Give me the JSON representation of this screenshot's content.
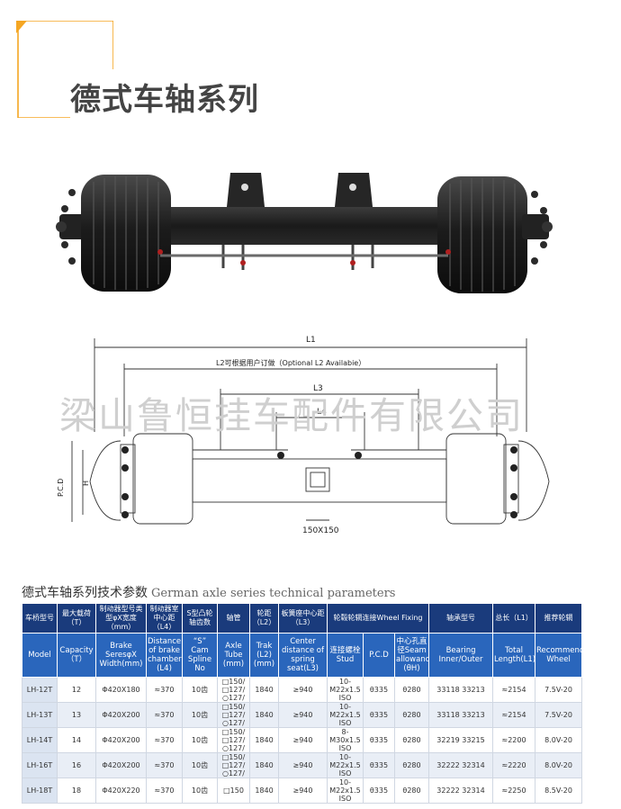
{
  "header": {
    "title": "德式车轴系列"
  },
  "watermark": "梁山鲁恒挂车配件有限公司",
  "drawing": {
    "label_l1": "L1",
    "label_l2": "L2可根据用户订做（Optional L2 Availabie）",
    "label_l3": "L3",
    "label_l4": "L4",
    "label_pcd": "P.C.D",
    "label_h": "H",
    "label_beam": "150X150"
  },
  "params": {
    "title_zh": "德式车轴系列技术参数",
    "title_en": "German axle series technical parameters"
  },
  "table": {
    "headers_zh": [
      "车桥型号",
      "最大载荷（T）",
      "制动器型号类型φX宽度（mm）",
      "制动器室中心距（L4）",
      "S型凸轮轴齿数",
      "轴管",
      "轮距（L2）",
      "板簧座中心距（L3）",
      "轮毂轮辋连接Wheel Fixing",
      "轴承型号",
      "总长（L1）",
      "推荐轮辋"
    ],
    "headers_en": [
      "Model",
      "Capacity（T）",
      "Brake SeresφX Width(mm)",
      "Distance of brake chamber (L4)",
      "“S” Cam Spline No",
      "Axle Tube (mm)",
      "Trak (L2) (mm)",
      "Center distance of spring seat(L3)",
      "连接螺栓 Stud",
      "P.C.D",
      "中心孔直径Seam allowance (θH)",
      "Bearing Inner/Outer",
      "Total Length(L1)",
      "Recommended Wheel"
    ],
    "rows": [
      {
        "model": "LH-12T",
        "capacity": "12",
        "brake": "Φ420X180",
        "l4": "≈370",
        "spline": "10齿",
        "tube": "□150/ □127/ ○127/",
        "track": "1840",
        "l3": "≥940",
        "stud": "10- M22x1.5 ISO",
        "pcd": "θ335",
        "seam": "θ280",
        "bearing": "33118 33213",
        "l1": "≈2154",
        "wheel": "7.5V-20"
      },
      {
        "model": "LH-13T",
        "capacity": "13",
        "brake": "Φ420X200",
        "l4": "≈370",
        "spline": "10齿",
        "tube": "□150/ □127/ ○127/",
        "track": "1840",
        "l3": "≥940",
        "stud": "10- M22x1.5 ISO",
        "pcd": "θ335",
        "seam": "θ280",
        "bearing": "33118 33213",
        "l1": "≈2154",
        "wheel": "7.5V-20"
      },
      {
        "model": "LH-14T",
        "capacity": "14",
        "brake": "Φ420X200",
        "l4": "≈370",
        "spline": "10齿",
        "tube": "□150/ □127/ ○127/",
        "track": "1840",
        "l3": "≥940",
        "stud": "8- M30x1.5 ISO",
        "pcd": "θ335",
        "seam": "θ280",
        "bearing": "32219 33215",
        "l1": "≈2200",
        "wheel": "8.0V-20"
      },
      {
        "model": "LH-16T",
        "capacity": "16",
        "brake": "Φ420X200",
        "l4": "≈370",
        "spline": "10齿",
        "tube": "□150/ □127/ ○127/",
        "track": "1840",
        "l3": "≥940",
        "stud": "10- M22x1.5 ISO",
        "pcd": "θ335",
        "seam": "θ280",
        "bearing": "32222 32314",
        "l1": "≈2220",
        "wheel": "8.0V-20"
      },
      {
        "model": "LH-18T",
        "capacity": "18",
        "brake": "Φ420X220",
        "l4": "≈370",
        "spline": "10齿",
        "tube": "□150",
        "track": "1840",
        "l3": "≥940",
        "stud": "10- M22x1.5 ISO",
        "pcd": "θ335",
        "seam": "θ280",
        "bearing": "32222 32314",
        "l1": "≈2250",
        "wheel": "8.5V-20"
      }
    ]
  },
  "colors": {
    "accent": "#f5a623",
    "header_dark": "#1a3b7c",
    "header_light": "#2a66bc"
  }
}
